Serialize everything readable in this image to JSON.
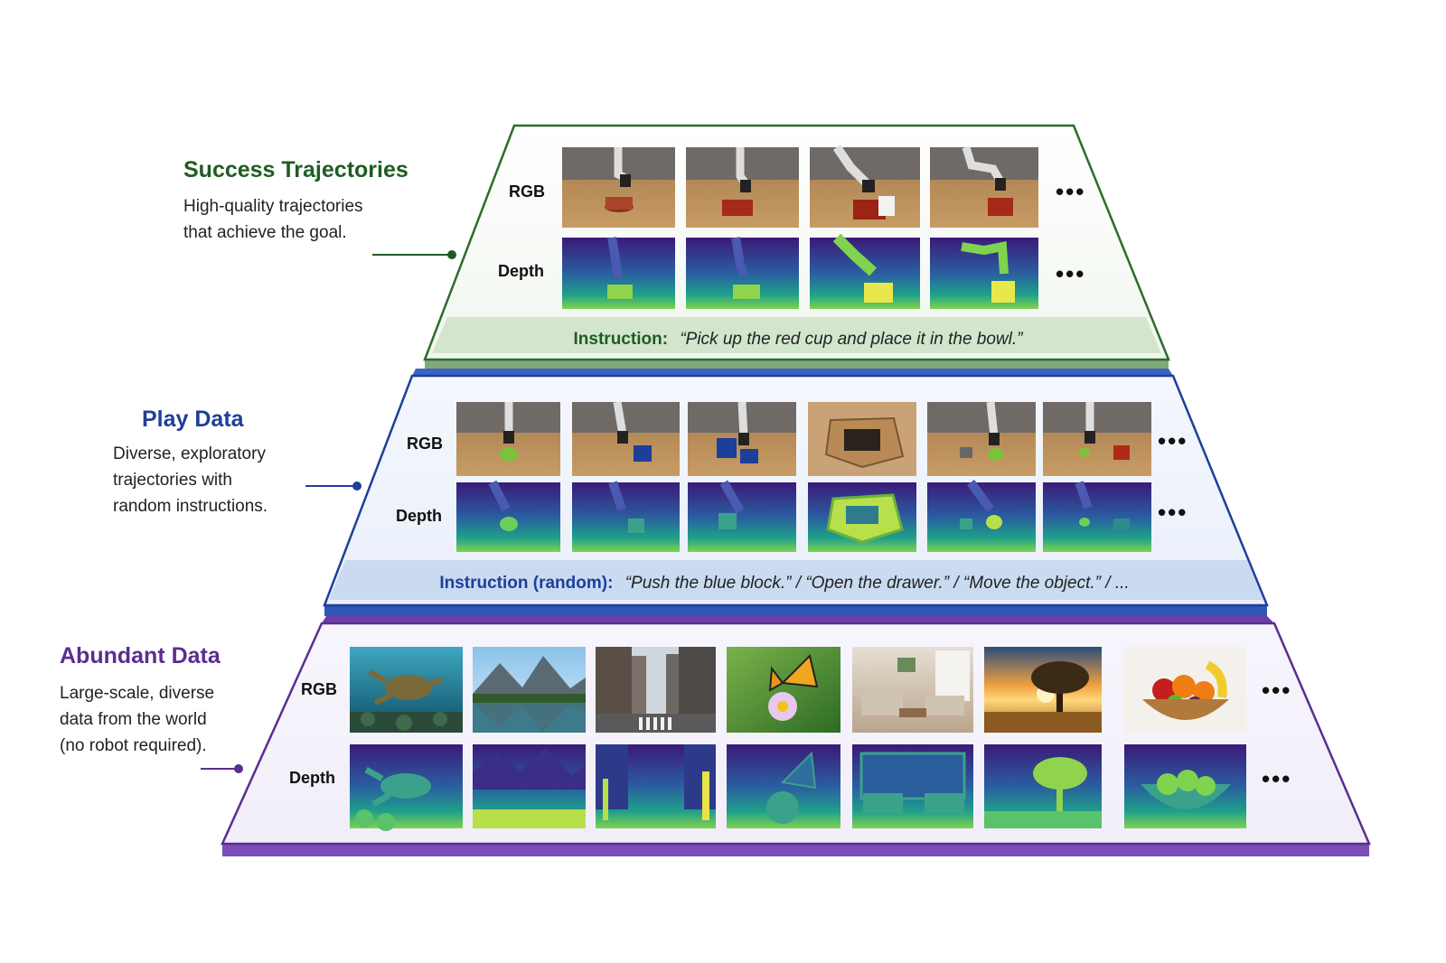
{
  "colors": {
    "success": "#1f5c22",
    "play": "#1e3f99",
    "abundant": "#5b2d91"
  },
  "tiers": {
    "success": {
      "title": "Success Trajectories",
      "caption_lines": [
        "High-quality trajectories",
        "that achieve the goal."
      ],
      "rgb_label": "RGB",
      "depth_label": "Depth",
      "ellipsis": "•••",
      "instruction_label": "Instruction:",
      "instruction_text": "“Pick up the red cup and place it in the bowl.”",
      "frames": [
        "robot-frame",
        "robot-frame",
        "robot-frame",
        "robot-frame"
      ]
    },
    "play": {
      "title": "Play Data",
      "caption_lines": [
        "Diverse, exploratory",
        "trajectories with",
        "random instructions."
      ],
      "rgb_label": "RGB",
      "depth_label": "Depth",
      "ellipsis": "•••",
      "instruction_label": "Instruction (random):",
      "instruction_text": "“Push the blue block.” / “Open the drawer.” / “Move the object.” / ...",
      "frames": [
        "robot-frame",
        "robot-frame",
        "robot-frame",
        "box-frame",
        "robot-frame",
        "robot-frame"
      ]
    },
    "abundant": {
      "title": "Abundant Data",
      "caption_lines": [
        "Large-scale, diverse",
        "data from the world",
        "(no robot required)."
      ],
      "rgb_label": "RGB",
      "depth_label": "Depth",
      "ellipsis": "•••",
      "frames": [
        "sea-turtle",
        "mountain-lake",
        "city-street",
        "butterfly-flower",
        "living-room",
        "sunset-tree",
        "fruit-basket"
      ]
    }
  }
}
